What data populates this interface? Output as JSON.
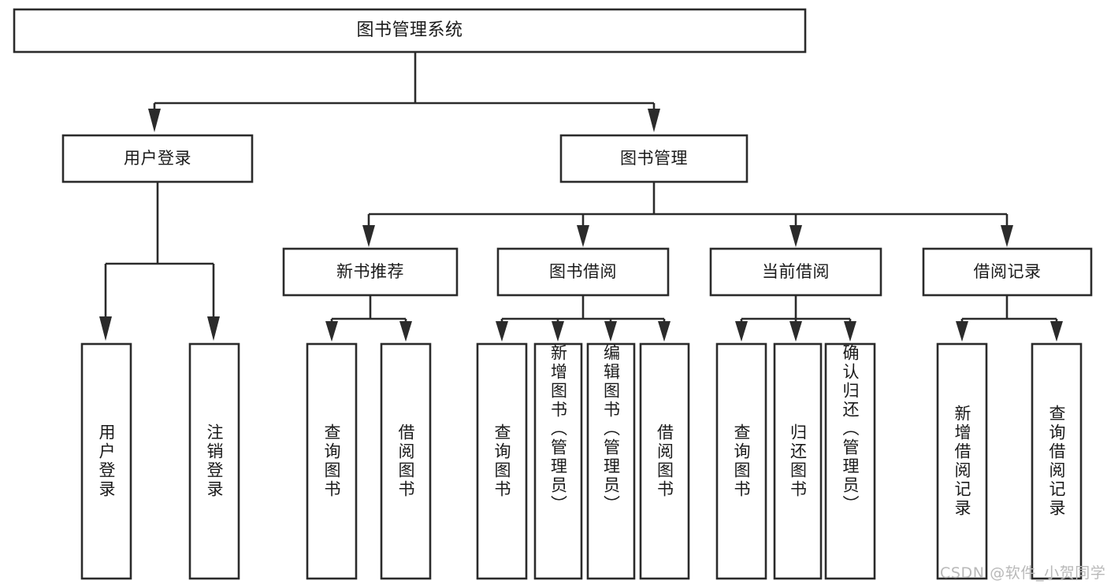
{
  "diagram": {
    "type": "tree",
    "title": "图书管理系统",
    "orientation": "top-down",
    "colors": {
      "stroke": "#2b2b2b",
      "box_fill": "#ffffff",
      "text": "#1a1a1a",
      "background": "#ffffff",
      "watermark": "#b9b9b9"
    },
    "root": {
      "label": "图书管理系统"
    },
    "level1": [
      {
        "label": "用户登录"
      },
      {
        "label": "图书管理"
      }
    ],
    "level2": [
      {
        "label": "新书推荐"
      },
      {
        "label": "图书借阅"
      },
      {
        "label": "当前借阅"
      },
      {
        "label": "借阅记录"
      }
    ],
    "leaves": {
      "user_login": [
        {
          "label": "用户登录"
        },
        {
          "label": "注销登录"
        }
      ],
      "new_book_recommend": [
        {
          "label": "查询图书"
        },
        {
          "label": "借阅图书"
        }
      ],
      "book_borrow": [
        {
          "label": "查询图书"
        },
        {
          "label": "新增图书（管理员）"
        },
        {
          "label": "编辑图书（管理员）"
        },
        {
          "label": "借阅图书"
        }
      ],
      "current_borrow": [
        {
          "label": "查询图书"
        },
        {
          "label": "归还图书"
        },
        {
          "label": "确认归还（管理员）"
        }
      ],
      "borrow_record": [
        {
          "label": "新增借阅记录"
        },
        {
          "label": "查询借阅记录"
        }
      ]
    }
  },
  "watermark": {
    "text": "CSDN @软件_小贺同学"
  }
}
